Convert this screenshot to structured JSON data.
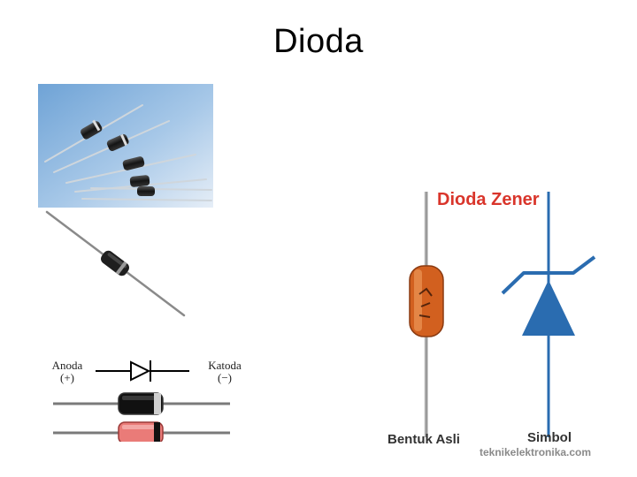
{
  "slide": {
    "title": "Dioda"
  },
  "symbol_panel": {
    "anode_label": "Anoda",
    "anode_sign": "(+)",
    "cathode_label": "Katoda",
    "cathode_sign": "(−)"
  },
  "zener_panel": {
    "title": "Dioda Zener",
    "title_color": "#d9352b",
    "left_caption": "Bentuk Asli",
    "right_caption": "Simbol",
    "watermark": "teknikelektronika.com",
    "symbol_color": "#2a6cb0"
  },
  "colors": {
    "photo_background": "#8fb8e0",
    "diode_body": "#1a1a1a",
    "diode_body_alt": "#ea7b78",
    "zener_glass": "#d2601f"
  }
}
